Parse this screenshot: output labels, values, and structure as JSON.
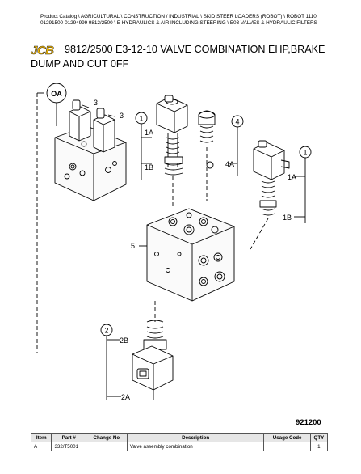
{
  "header": {
    "line1": "Product Catalog \\ AGRICULTURAL \\ CONSTRUCTION / INDUSTRIAL \\ SKID STEER LOADERS (ROBOT) \\ ROBOT 1110",
    "line2": "01291500-01294999 9812/2500 \\ E HYDRAULICS & AIR INCLUDING STEERING \\ E03 VALVES & HYDRAULIC FILTERS"
  },
  "brand": {
    "logo_text": "JCB",
    "logo_color": "#f2b705"
  },
  "title": {
    "line1": "9812/2500 E3-12-10 VALVE COMBINATION EHP,BRAKE",
    "line2": "DUMP AND CUT 0FF"
  },
  "diagram": {
    "callouts": {
      "oa": "OA",
      "c1_left": "1",
      "c1_right": "1",
      "c2": "2",
      "c4": "4",
      "c3a": "3",
      "c3b": "3",
      "c5": "5",
      "a1_left": "1A",
      "b1_left": "1B",
      "a1_right": "1A",
      "b1_right": "1B",
      "a4": "4A",
      "b2": "2B",
      "a2": "2A"
    },
    "figure_number": "921200"
  },
  "parts_table": {
    "headers": [
      "Item",
      "Part #",
      "Change No",
      "Description",
      "Usage Code",
      "QTY"
    ],
    "rows": [
      [
        "A",
        "332/T5001",
        "",
        "Valve assembly combination",
        "",
        "1"
      ]
    ]
  }
}
